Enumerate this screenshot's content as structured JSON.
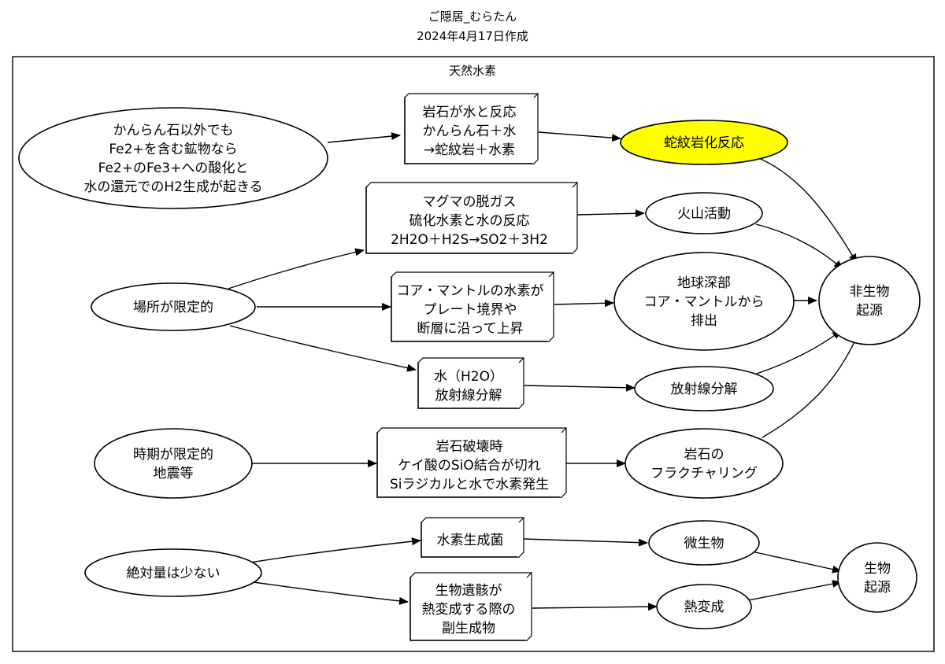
{
  "header": {
    "author": "ご隠居_むらたん",
    "date": "2024年4月17日作成"
  },
  "cluster": {
    "label": "天然水素"
  },
  "colors": {
    "highlight": "#ffff00",
    "stroke": "#000000",
    "background": "#ffffff"
  },
  "nodes": {
    "non_kanran": [
      "かんらん石以外でも",
      "Fe2+を含む鉱物なら",
      "Fe2+のFe3+への酸化と",
      "水の還元でのH2生成が起きる"
    ],
    "rock_water": [
      "岩石が水と反応",
      "かんらん石＋水",
      "→蛇紋岩＋水素"
    ],
    "serpentinization": [
      "蛇紋岩化反応"
    ],
    "magma": [
      "マグマの脱ガス",
      "硫化水素と水の反応",
      "2H2O＋H2S→SO2＋3H2"
    ],
    "volcano": [
      "火山活動"
    ],
    "place_limited": [
      "場所が限定的"
    ],
    "core_mantle": [
      "コア・マントルの水素が",
      "プレート境界や",
      "断層に沿って上昇"
    ],
    "deep_earth": [
      "地球深部",
      "コア・マントルから",
      "排出"
    ],
    "non_bio": [
      "非生物",
      "起源"
    ],
    "water_h2o": [
      "水（H2O）",
      "放射線分解"
    ],
    "radiolysis": [
      "放射線分解"
    ],
    "time_limited": [
      "時期が限定的",
      "地震等"
    ],
    "rock_break": [
      "岩石破壊時",
      "ケイ酸のSiO結合が切れ",
      "Siラジカルと水で水素発生"
    ],
    "fracturing": [
      "岩石の",
      "フラクチャリング"
    ],
    "small_amount": [
      "絶対量は少ない"
    ],
    "h2_bacteria": [
      "水素生成菌"
    ],
    "microbe": [
      "微生物"
    ],
    "remains": [
      "生物遺骸が",
      "熱変成する際の",
      "副生成物"
    ],
    "thermal": [
      "熱変成"
    ],
    "bio": [
      "生物",
      "起源"
    ]
  }
}
